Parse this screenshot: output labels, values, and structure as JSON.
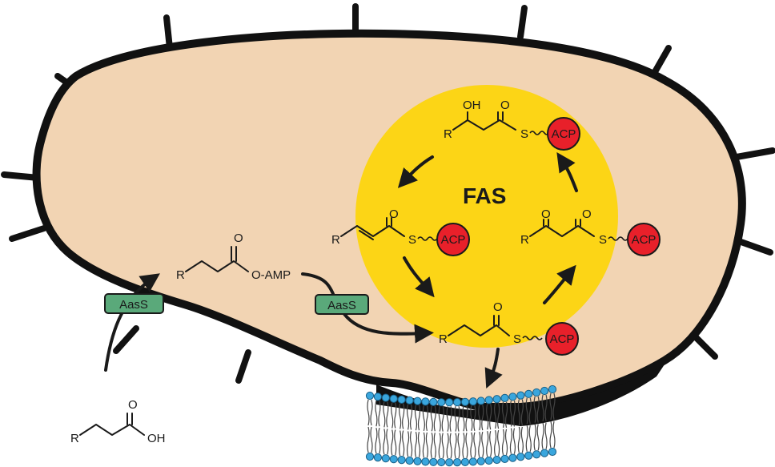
{
  "fas_label": "FAS",
  "acp_label": "ACP",
  "aass_label": "AasS",
  "o_amp_label": "O-AMP",
  "r_label": "R",
  "s_label": "S",
  "o_label": "O",
  "oh_label": "OH",
  "colors": {
    "cell_fill": "#f2d4b3",
    "cell_outline": "#111111",
    "fas_circle": "#fcd516",
    "acp": "#e8202a",
    "aass": "#5aa97a",
    "lipid_head": "#3aa6dd"
  }
}
